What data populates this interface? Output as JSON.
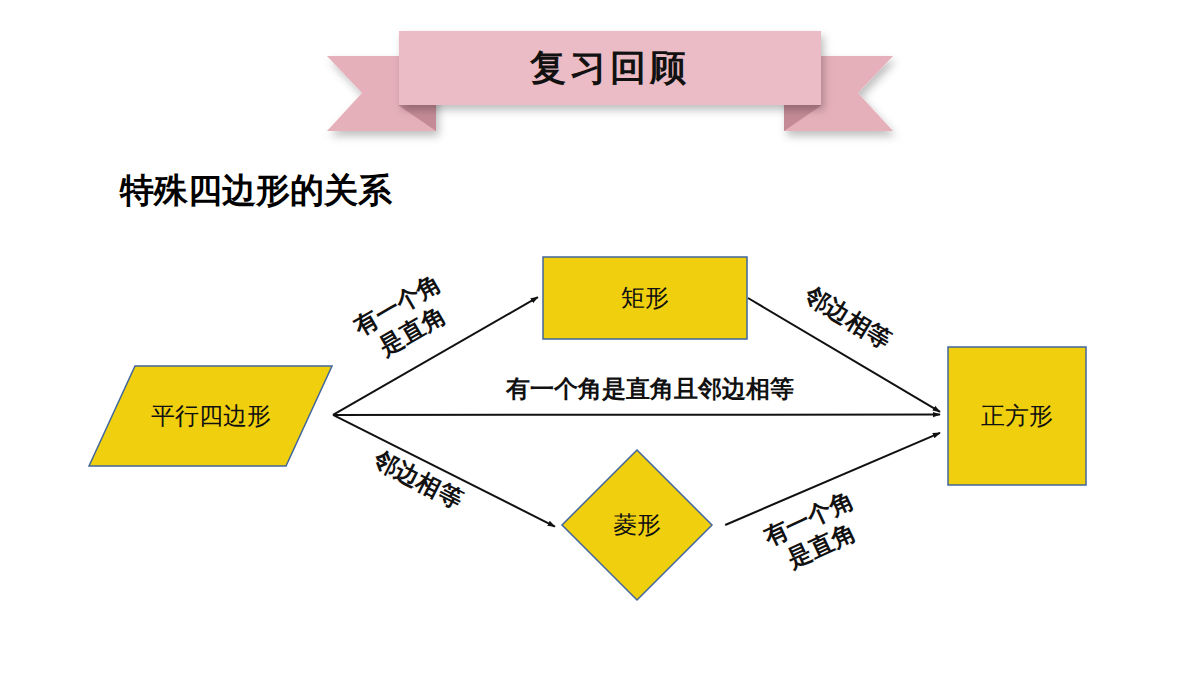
{
  "diagram": {
    "title": "特殊四边形的关系",
    "nodes": [
      {
        "text": [
          "复习回顾"
        ]
      },
      {
        "text": [
          "平行四边形"
        ]
      },
      {
        "text": [
          "矩形"
        ]
      },
      {
        "text": [
          "菱形"
        ]
      },
      {
        "text": [
          "正方形"
        ]
      }
    ],
    "edges": [
      {
        "from": 1,
        "to": 2,
        "label": "有一个角 是直角",
        "arrow": "to"
      },
      {
        "from": 2,
        "to": 4,
        "label": "邻边相等",
        "arrow": "to"
      },
      {
        "from": 1,
        "to": 4,
        "label": "有一个角是直角且邻边相等",
        "arrow": "to"
      },
      {
        "from": 1,
        "to": 3,
        "label": "邻边相等",
        "arrow": "to"
      },
      {
        "from": 3,
        "to": 4,
        "label": "有一个角 是直角",
        "arrow": "to"
      }
    ]
  }
}
